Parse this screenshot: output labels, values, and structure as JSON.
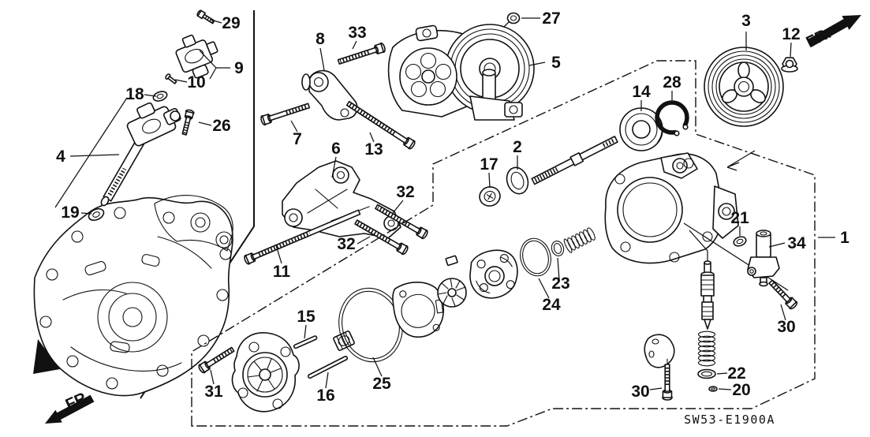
{
  "diagram_code": "SW53-E1900A",
  "fr_label": "FR.",
  "callouts": {
    "c1": "1",
    "c2": "2",
    "c3": "3",
    "c4": "4",
    "c5": "5",
    "c6": "6",
    "c7": "7",
    "c8": "8",
    "c9": "9",
    "c10": "10",
    "c11": "11",
    "c12": "12",
    "c13": "13",
    "c14": "14",
    "c15": "15",
    "c16": "16",
    "c17": "17",
    "c18": "18",
    "c19": "19",
    "c20": "20",
    "c21": "21",
    "c22": "22",
    "c23": "23",
    "c24": "24",
    "c25": "25",
    "c26": "26",
    "c27": "27",
    "c28": "28",
    "c29": "29",
    "c30_right": "30",
    "c30_bottom": "30",
    "c31": "31",
    "c32_upper": "32",
    "c32_lower": "32",
    "c33": "33",
    "c34": "34"
  },
  "colors": {
    "ink": "#111111",
    "background": "#ffffff"
  }
}
